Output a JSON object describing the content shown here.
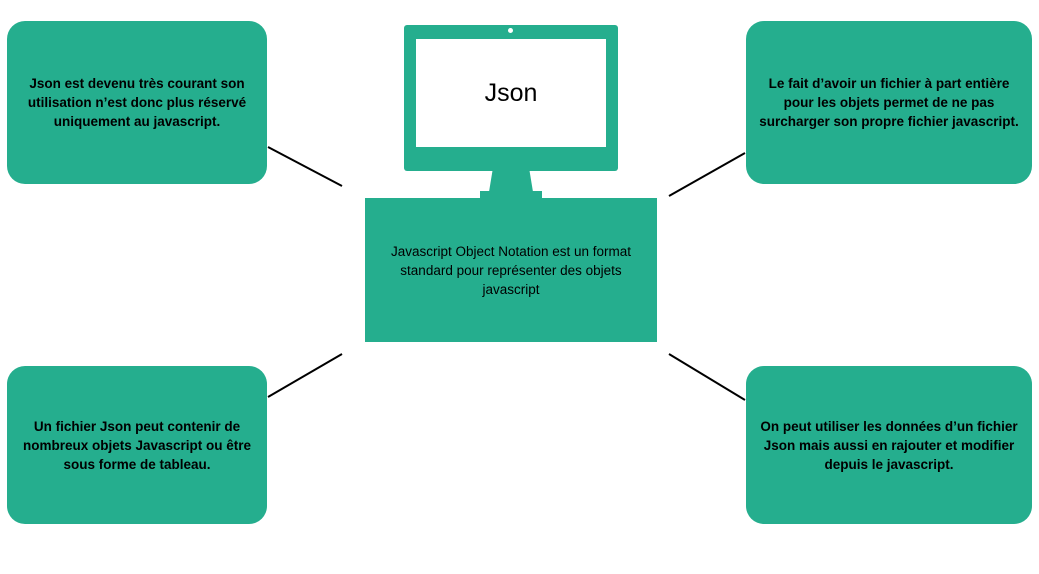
{
  "colors": {
    "accent": "#25ae8e",
    "line": "#000000",
    "background": "#ffffff"
  },
  "monitor": {
    "screen_label": "Json",
    "description": "Javascript Object Notation est un format standard pour représenter des objets javascript"
  },
  "boxes": {
    "top_left": "Json est devenu très courant son utilisation n’est donc plus réservé uniquement au javascript.",
    "top_right": "Le fait d’avoir un fichier à part entière pour les objets permet de ne pas surcharger son propre fichier javascript.",
    "bottom_left": "Un fichier Json peut contenir de nombreux objets Javascript ou être sous forme de tableau.",
    "bottom_right": "On peut utiliser les données d’un fichier Json mais aussi en rajouter et modifier depuis le javascript."
  }
}
